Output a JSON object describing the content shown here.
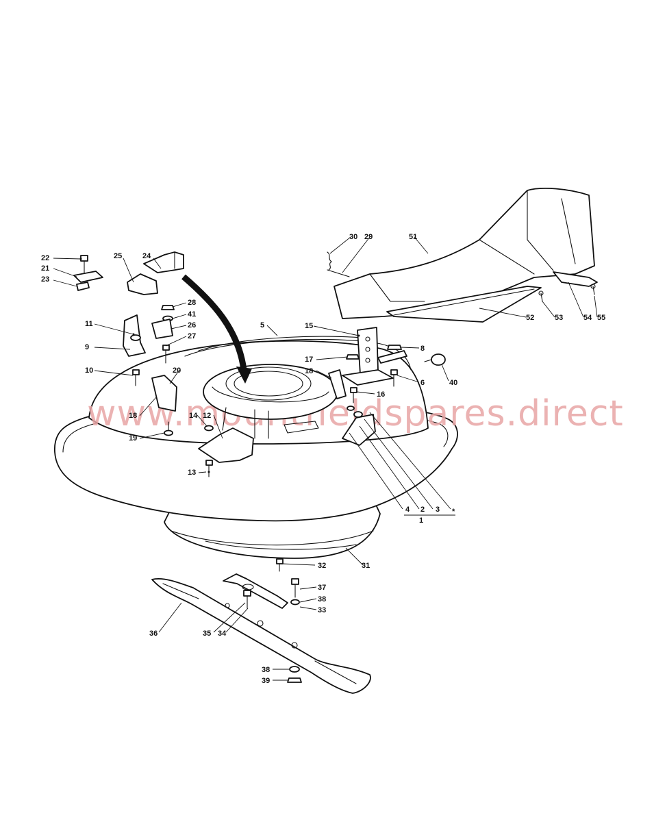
{
  "watermark": "www.mountfieldspares.direct",
  "callouts": [
    {
      "id": "c1",
      "label": "1"
    },
    {
      "id": "c2",
      "label": "2"
    },
    {
      "id": "c3",
      "label": "3"
    },
    {
      "id": "c4",
      "label": "4"
    },
    {
      "id": "cstar",
      "label": "*"
    },
    {
      "id": "c5",
      "label": "5"
    },
    {
      "id": "c6",
      "label": "6"
    },
    {
      "id": "c8",
      "label": "8"
    },
    {
      "id": "c9",
      "label": "9"
    },
    {
      "id": "c10",
      "label": "10"
    },
    {
      "id": "c11",
      "label": "11"
    },
    {
      "id": "c12",
      "label": "12"
    },
    {
      "id": "c13",
      "label": "13"
    },
    {
      "id": "c14",
      "label": "14"
    },
    {
      "id": "c15",
      "label": "15"
    },
    {
      "id": "c16",
      "label": "16"
    },
    {
      "id": "c17",
      "label": "17"
    },
    {
      "id": "c18a",
      "label": "18"
    },
    {
      "id": "c18b",
      "label": "18"
    },
    {
      "id": "c19",
      "label": "19"
    },
    {
      "id": "c20",
      "label": "20"
    },
    {
      "id": "c21",
      "label": "21"
    },
    {
      "id": "c22",
      "label": "22"
    },
    {
      "id": "c23",
      "label": "23"
    },
    {
      "id": "c24",
      "label": "24"
    },
    {
      "id": "c25",
      "label": "25"
    },
    {
      "id": "c26",
      "label": "26"
    },
    {
      "id": "c27",
      "label": "27"
    },
    {
      "id": "c28",
      "label": "28"
    },
    {
      "id": "c29",
      "label": "29"
    },
    {
      "id": "c30",
      "label": "30"
    },
    {
      "id": "c31",
      "label": "31"
    },
    {
      "id": "c32",
      "label": "32"
    },
    {
      "id": "c33",
      "label": "33"
    },
    {
      "id": "c34",
      "label": "34"
    },
    {
      "id": "c35",
      "label": "35"
    },
    {
      "id": "c36",
      "label": "36"
    },
    {
      "id": "c37",
      "label": "37"
    },
    {
      "id": "c38a",
      "label": "38"
    },
    {
      "id": "c38b",
      "label": "38"
    },
    {
      "id": "c39",
      "label": "39"
    },
    {
      "id": "c40",
      "label": "40"
    },
    {
      "id": "c41",
      "label": "41"
    },
    {
      "id": "c51",
      "label": "51"
    },
    {
      "id": "c52",
      "label": "52"
    },
    {
      "id": "c53",
      "label": "53"
    },
    {
      "id": "c54",
      "label": "54"
    },
    {
      "id": "c55",
      "label": "55"
    }
  ]
}
